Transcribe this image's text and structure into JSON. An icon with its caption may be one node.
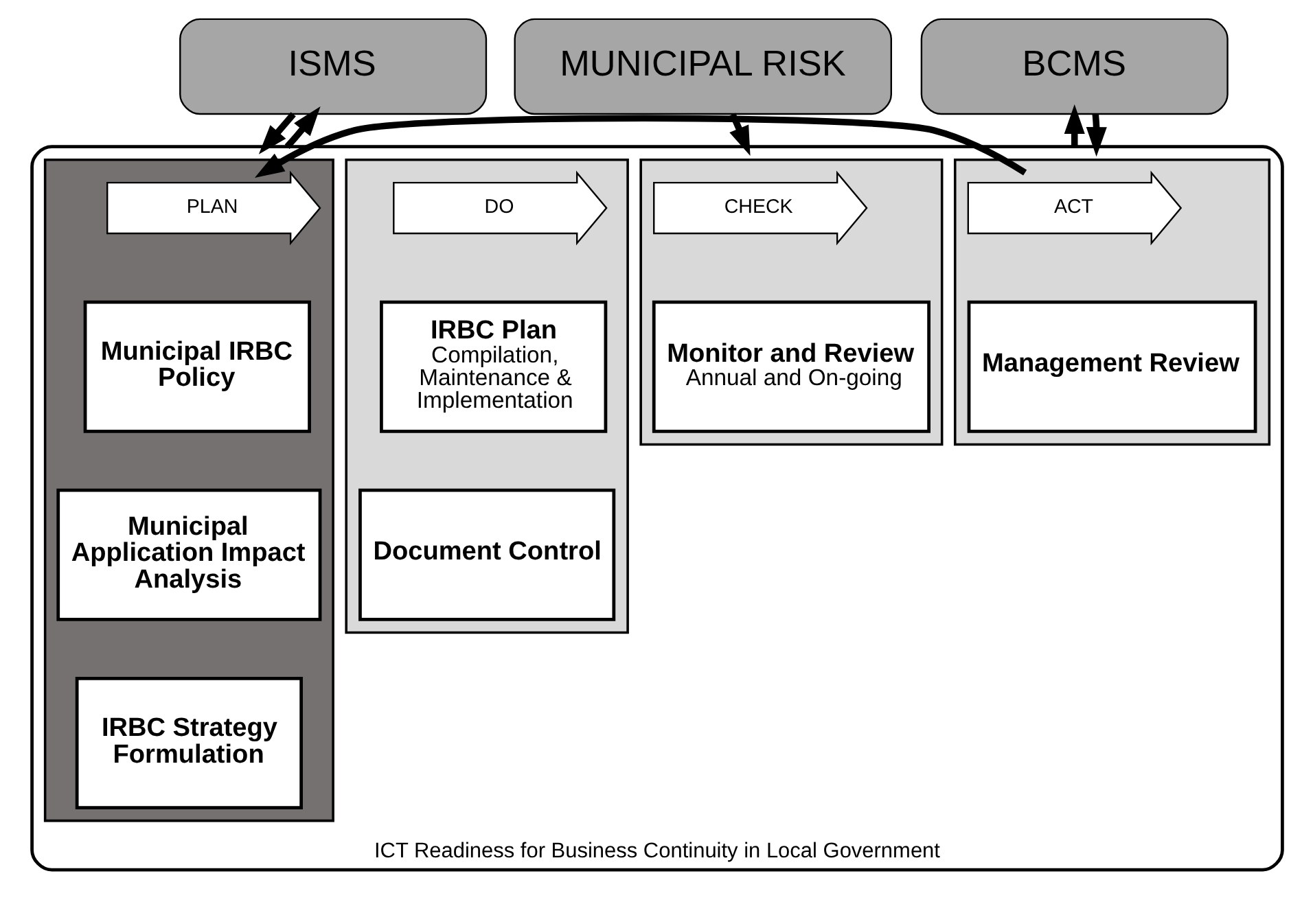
{
  "diagram": {
    "nodes": [
      {
        "text": [
          "ISMS"
        ]
      },
      {
        "text": [
          "MUNICIPAL RISK"
        ]
      },
      {
        "text": [
          "BCMS"
        ]
      },
      {
        "text": [
          "ICT Readiness for Business Continuity in Local Government"
        ]
      },
      {
        "text": [],
        "shape": "box",
        "in": 3
      },
      {
        "text": [
          "PLAN"
        ],
        "in": 4
      },
      {
        "text": [
          "Municipal IRBC Policy"
        ],
        "in": 4
      },
      {
        "text": [
          "Municipal Application Impact Analysis"
        ],
        "in": 4
      },
      {
        "text": [
          "IRBC Strategy Formulation"
        ],
        "in": 4
      },
      {
        "text": [],
        "shape": "box",
        "in": 3
      },
      {
        "text": [
          "DO"
        ],
        "in": 9
      },
      {
        "text": [
          "IRBC Plan",
          "Compilation, Maintenance & Implementation"
        ],
        "in": 9
      },
      {
        "text": [
          "Document Control"
        ],
        "in": 9
      },
      {
        "text": [],
        "shape": "box",
        "in": 3
      },
      {
        "text": [
          "CHECK"
        ],
        "in": 13
      },
      {
        "text": [
          "Monitor and Review",
          "Annual and On-going"
        ],
        "in": 13
      },
      {
        "text": [],
        "shape": "box",
        "in": 3
      },
      {
        "text": [
          "ACT"
        ],
        "in": 16
      },
      {
        "text": [
          "Management Review"
        ],
        "in": 16
      }
    ],
    "edges": [
      {
        "from": 0,
        "to": 3,
        "arrow": "to"
      },
      {
        "from": 3,
        "to": 0,
        "arrow": "to"
      },
      {
        "from": 1,
        "to": 3,
        "arrow": "to"
      },
      {
        "from": 3,
        "to": 2,
        "arrow": "to"
      },
      {
        "from": 2,
        "to": 3,
        "arrow": "to"
      },
      {
        "from": 17,
        "to": 5,
        "arrow": "to"
      }
    ]
  }
}
